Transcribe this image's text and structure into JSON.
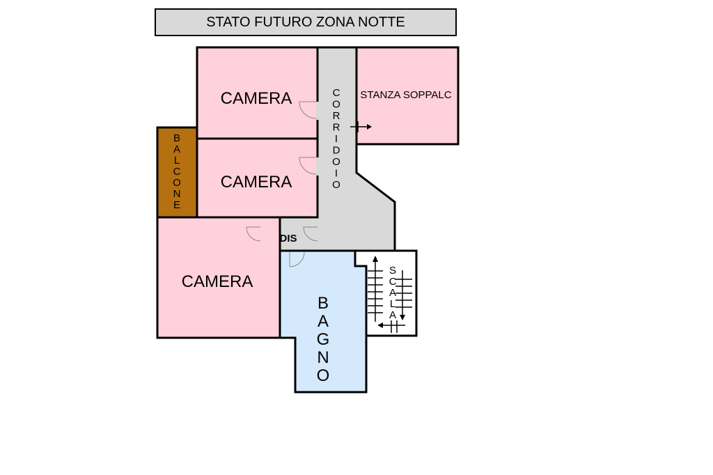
{
  "title": "STATO FUTURO ZONA NOTTE",
  "rooms": {
    "camera_1": "CAMERA",
    "camera_2": "CAMERA",
    "camera_3": "CAMERA",
    "balcone": [
      "B",
      "A",
      "L",
      "C",
      "O",
      "N",
      "E"
    ],
    "corridoio": [
      "C",
      "O",
      "R",
      "R",
      "I",
      "D",
      "O",
      "I",
      "O"
    ],
    "stanza": "STANZA SOPPALC",
    "dis": "DIS",
    "bagno": [
      "B",
      "A",
      "G",
      "N",
      "O"
    ],
    "scala": [
      "S",
      "C",
      "A",
      "L",
      "A"
    ]
  },
  "colors": {
    "bedroom": "#ffd1dc",
    "corridor": "#d9d9d9",
    "bathroom": "#d4e9fc",
    "balcony": "#b5700f",
    "stairs": "#ffffff"
  }
}
